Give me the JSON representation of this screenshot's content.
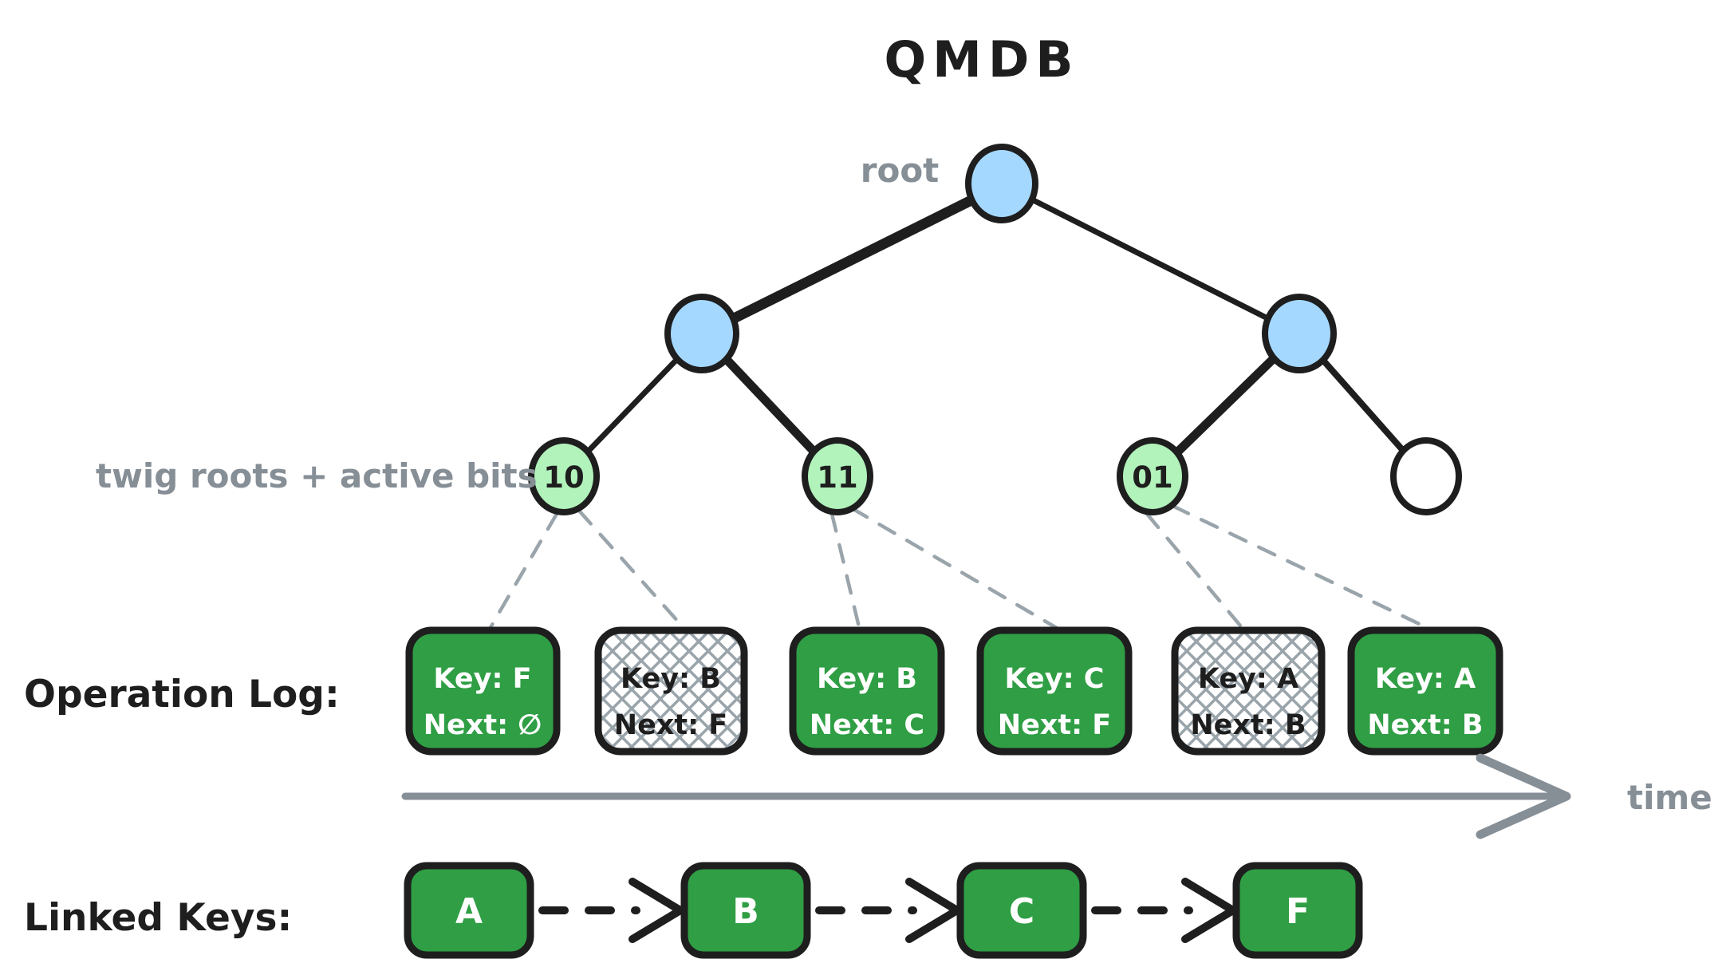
{
  "title": "QMDB",
  "tree": {
    "root_label": "root",
    "twig_label": "twig roots + active bits",
    "leaf_labels": {
      "l1": "10",
      "l2": "11",
      "l3": "01",
      "l4": ""
    }
  },
  "operation_log": {
    "label": "Operation Log:",
    "entries": [
      {
        "key": "Key: F",
        "next": "Next: ∅",
        "style": "active-green"
      },
      {
        "key": "Key: B",
        "next": "Next: F",
        "style": "stale-hatched"
      },
      {
        "key": "Key: B",
        "next": "Next: C",
        "style": "active-green"
      },
      {
        "key": "Key: C",
        "next": "Next: F",
        "style": "active-green"
      },
      {
        "key": "Key: A",
        "next": "Next: B",
        "style": "stale-hatched"
      },
      {
        "key": "Key: A",
        "next": "Next: B",
        "style": "active-green"
      }
    ]
  },
  "timeline": {
    "label": "time"
  },
  "linked_keys": {
    "label": "Linked Keys:",
    "keys": [
      "A",
      "B",
      "C",
      "F"
    ]
  },
  "colors": {
    "node_blue": "#a5d8ff",
    "twig_green": "#b2f2bb",
    "box_green": "#2f9e44",
    "stroke_dark": "#1e1e1e",
    "label_gray": "#868e96",
    "hatch_gray": "#9aa4ab"
  }
}
